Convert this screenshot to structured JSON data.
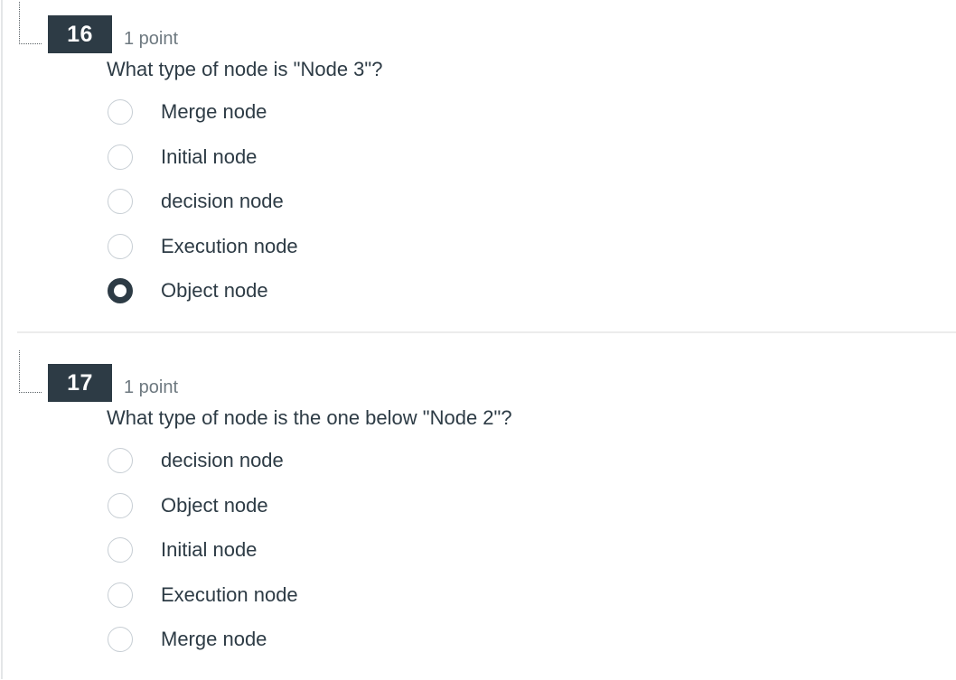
{
  "theme": {
    "accent_dark": "#2d3b45",
    "muted_text": "#6e7980",
    "radio_border": "#c7ced4",
    "divider_color": "#ececec",
    "left_edge_color": "#e4e6e8",
    "badge_text": "#fcfcfc",
    "background": "#ffffff"
  },
  "questions": [
    {
      "number": "16",
      "points_label": "1 point",
      "text": "What type of node is \"Node 3\"?",
      "options": [
        {
          "label": "Merge node",
          "selected": false
        },
        {
          "label": "Initial node",
          "selected": false
        },
        {
          "label": "decision node",
          "selected": false
        },
        {
          "label": "Execution node",
          "selected": false
        },
        {
          "label": "Object node",
          "selected": true
        }
      ]
    },
    {
      "number": "17",
      "points_label": "1 point",
      "text": "What type of node is the one below \"Node 2\"?",
      "options": [
        {
          "label": "decision node",
          "selected": false
        },
        {
          "label": "Object node",
          "selected": false
        },
        {
          "label": "Initial node",
          "selected": false
        },
        {
          "label": "Execution node",
          "selected": false
        },
        {
          "label": "Merge node",
          "selected": false
        }
      ]
    }
  ]
}
